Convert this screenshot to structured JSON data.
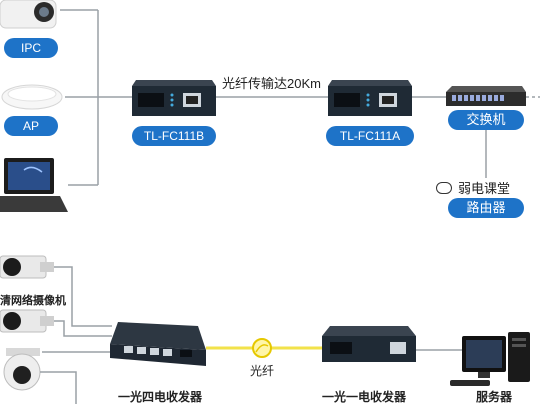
{
  "top": {
    "devices": {
      "ipc_label": "IPC",
      "ap_label": "AP"
    },
    "converters": {
      "left_label": "TL-FC111B",
      "right_label": "TL-FC111A"
    },
    "link_label": "光纤传输达20Km",
    "switch_label": "交换机",
    "router_label": "路由器",
    "watermark": "弱电课堂"
  },
  "bottom": {
    "camera_label": "清网络摄像机",
    "transceiver_4_label": "一光四电收发器",
    "fiber_label": "光纤",
    "transceiver_1_label": "一光一电收发器",
    "server_label": "服务器"
  },
  "colors": {
    "accent_blue": "#1e73c8",
    "fiber_yellow": "#f2e24a",
    "line_gray": "#9aa0a6"
  }
}
